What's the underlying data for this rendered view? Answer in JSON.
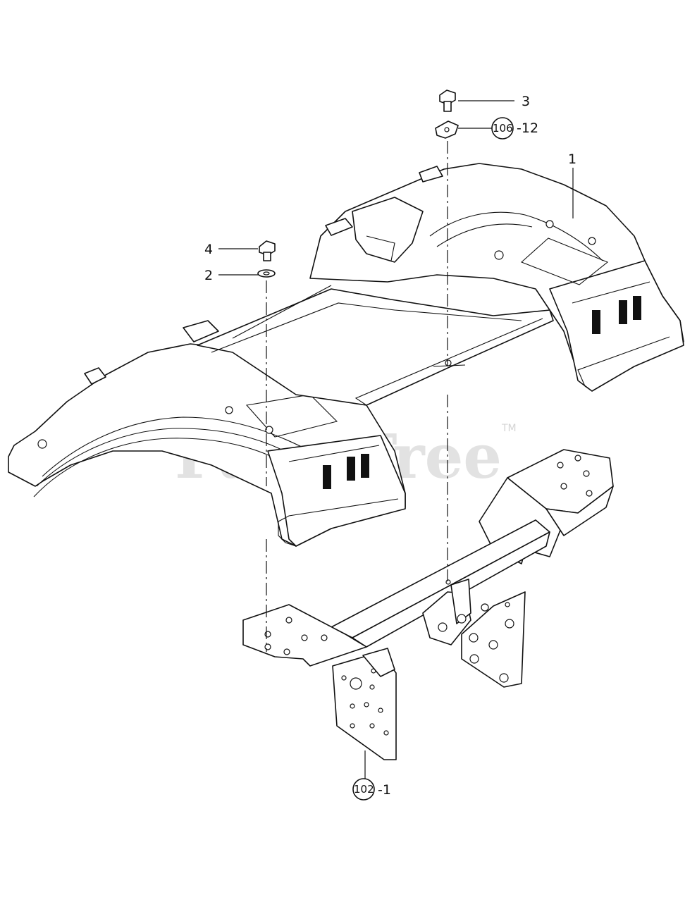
{
  "watermark": {
    "text": "PartsTree",
    "trademark": "TM"
  },
  "callouts": [
    {
      "id": "part-1",
      "label": "1"
    },
    {
      "id": "part-2",
      "label": "2"
    },
    {
      "id": "part-3",
      "label": "3"
    },
    {
      "id": "part-4",
      "label": "4"
    }
  ],
  "refs": [
    {
      "id": "ref-106",
      "number": "106",
      "suffix": "-12"
    },
    {
      "id": "ref-102",
      "number": "102",
      "suffix": "-1"
    }
  ]
}
